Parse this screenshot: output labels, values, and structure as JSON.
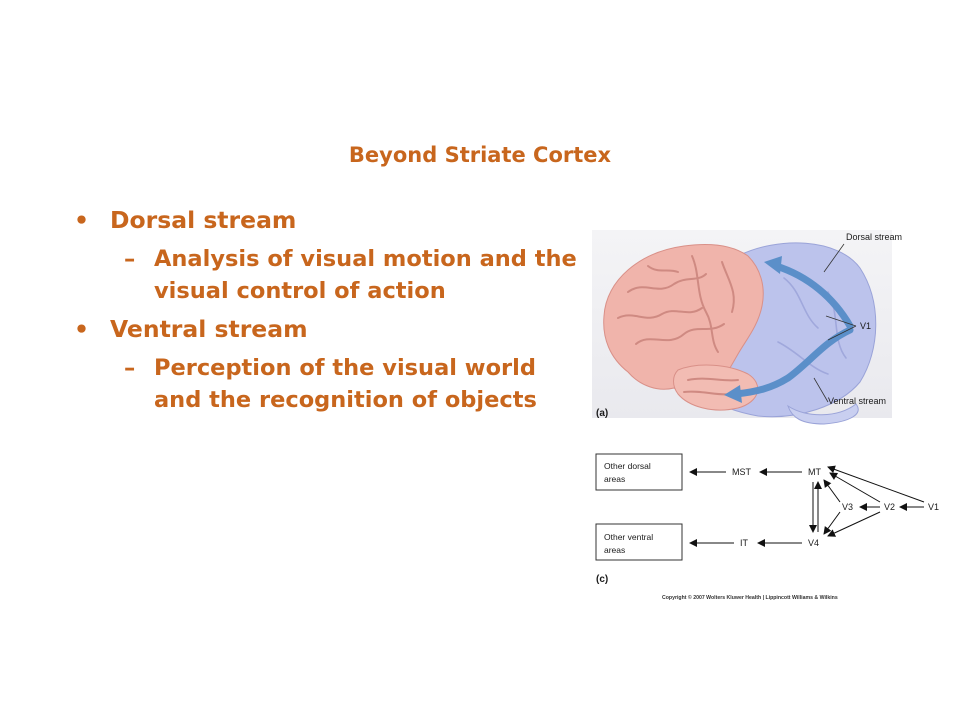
{
  "slide": {
    "title": "Beyond Striate Cortex",
    "bullets": [
      {
        "marker": "•",
        "label": "Dorsal stream",
        "sub_marker": "–",
        "sub": "Analysis of visual motion and the visual control of action"
      },
      {
        "marker": "•",
        "label": "Ventral stream",
        "sub_marker": "–",
        "sub": "Perception of the visual world and the recognition of objects"
      }
    ]
  },
  "figure": {
    "panel_a": {
      "label": "(a)",
      "callouts": {
        "dorsal": "Dorsal stream",
        "v1": "V1",
        "ventral": "Ventral stream"
      },
      "colors": {
        "cortex": "#f0b4ab",
        "visual_cortex": "#bcc3ec",
        "arrow": "#5b8fc9"
      }
    },
    "panel_c": {
      "label": "(c)",
      "boxes": {
        "dorsal_line1": "Other dorsal",
        "dorsal_line2": "areas",
        "ventral_line1": "Other ventral",
        "ventral_line2": "areas"
      },
      "nodes": {
        "mst": "MST",
        "mt": "MT",
        "v3": "V3",
        "v2": "V2",
        "v1": "V1",
        "it": "IT",
        "v4": "V4"
      }
    },
    "copyright": "Copyright © 2007 Wolters Kluwer Health | Lippincott Williams & Wilkins"
  },
  "colors": {
    "text_accent": "#c8661d"
  }
}
